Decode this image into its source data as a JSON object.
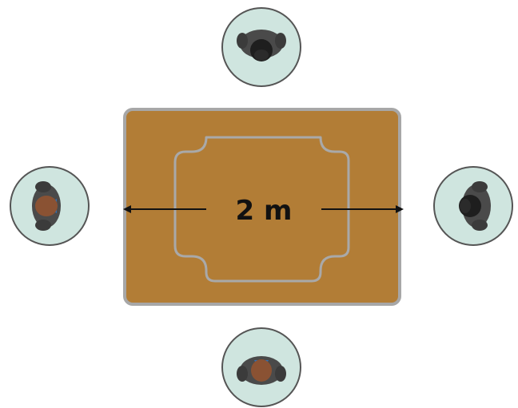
{
  "diagram": {
    "distance_label": "2 m",
    "colors": {
      "table": "#b27d36",
      "table_border": "#a7a7a7",
      "outline": "#a9a9a9",
      "circle_fill": "#cfe5df",
      "circle_stroke": "#555555",
      "arrow": "#111111",
      "suit": "#4a4a4a",
      "hair_dark": "#1e1e1e",
      "hair_brown": "#8a5233",
      "tie_blue": "#2f6fb5"
    },
    "people": [
      {
        "seat": "top",
        "hair": "dark",
        "facing": "down"
      },
      {
        "seat": "left",
        "hair": "brown",
        "facing": "right"
      },
      {
        "seat": "right",
        "hair": "dark",
        "facing": "left"
      },
      {
        "seat": "bottom",
        "hair": "brown",
        "facing": "up"
      }
    ],
    "icons": [
      "person-topdown-icon"
    ]
  }
}
